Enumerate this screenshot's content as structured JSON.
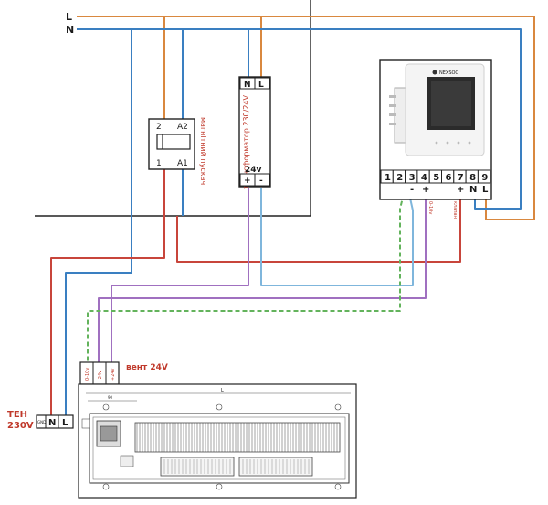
{
  "lines": {
    "L": "L",
    "N": "N"
  },
  "contactor": {
    "terminal_2": "2",
    "terminal_a2": "A2",
    "terminal_1": "1",
    "terminal_a1": "A1",
    "label": "магнітний пускач"
  },
  "transformer": {
    "terminal_n": "N",
    "terminal_l": "L",
    "label": "трансформатор 230/24V",
    "output": "24v",
    "plus": "+",
    "minus": "-"
  },
  "thermostat": {
    "brand": "NEXSOO",
    "terminals": [
      "1",
      "2",
      "3",
      "4",
      "5",
      "6",
      "7",
      "8",
      "9"
    ],
    "marks": {
      "t3": "-",
      "t4": "+",
      "t7": "+",
      "t8": "N",
      "t9": "L"
    },
    "signal_label": "0-10v",
    "valve_label": "клапан"
  },
  "fan_block": {
    "terminals": [
      "0-10v",
      "-24v",
      "+24v"
    ],
    "label": "вент 24V"
  },
  "heater_block": {
    "label_line1": "ТЕН",
    "label_line2": "230V",
    "terminals": [
      "GND",
      "N",
      "L"
    ]
  },
  "convector": {
    "dim_l": "L",
    "dim_90": "90"
  },
  "colors": {
    "phase": "#d9883f",
    "neutral": "#3a7fc1",
    "switched": "#c8453b",
    "signal": "#a070c0",
    "ground": "#63b35c",
    "control": "#7fb6dc",
    "frame": "#222222"
  }
}
